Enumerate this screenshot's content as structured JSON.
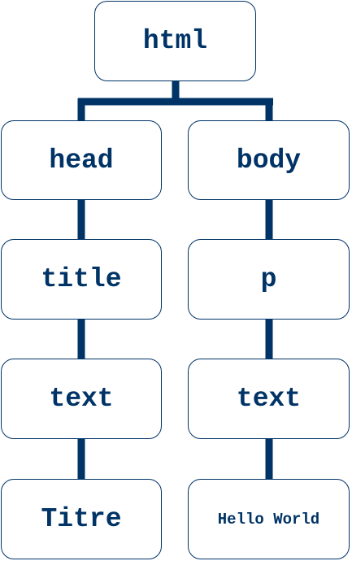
{
  "diagram": {
    "line_color": "#003366",
    "nodes": {
      "html": "html",
      "head": "head",
      "body": "body",
      "title": "title",
      "p": "p",
      "text_left": "text",
      "text_right": "text",
      "titre": "Titre",
      "hello": "Hello World"
    }
  }
}
